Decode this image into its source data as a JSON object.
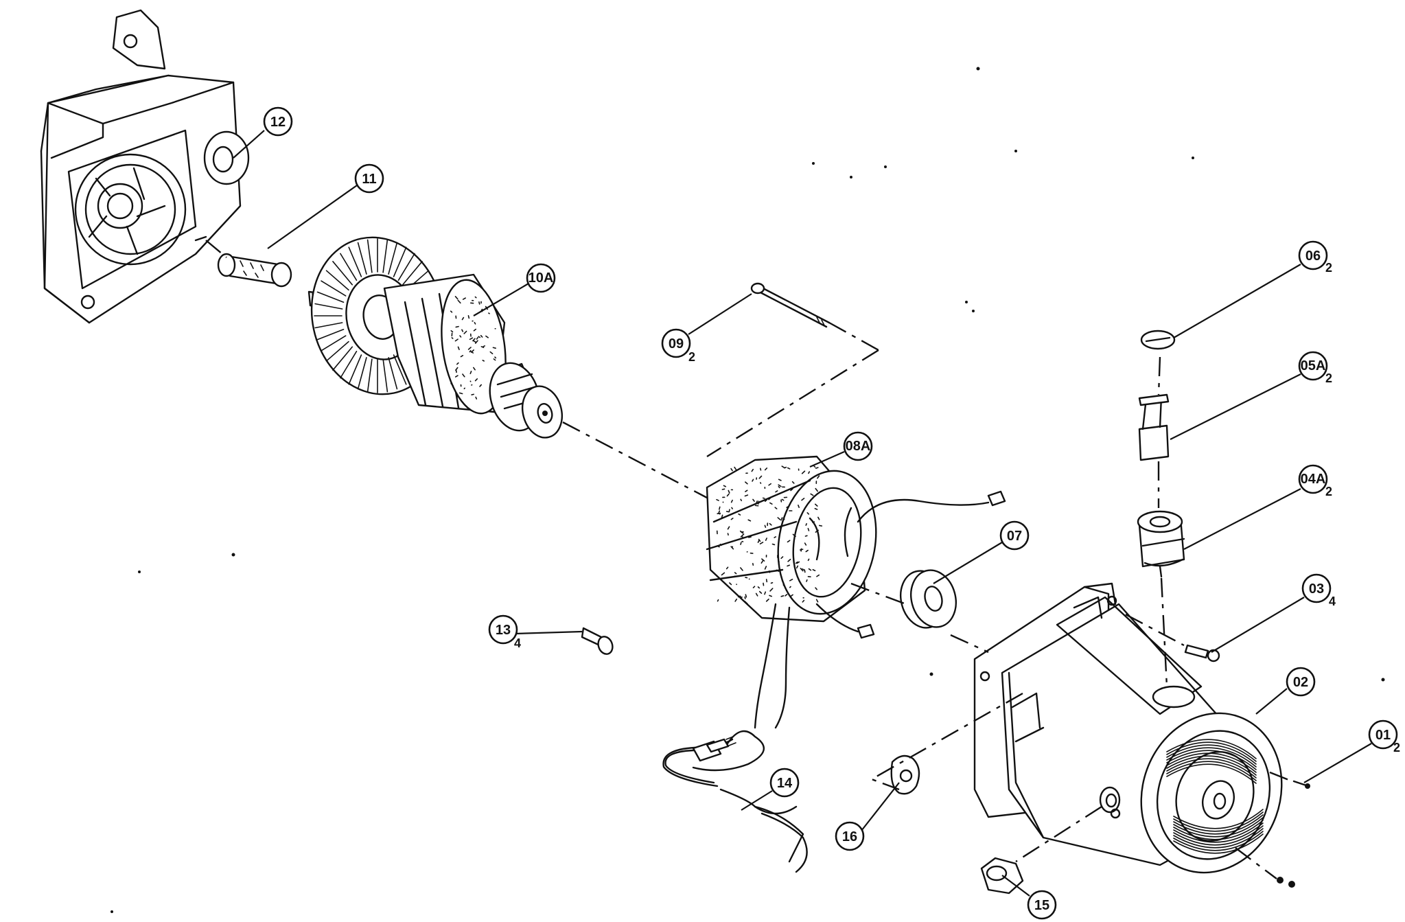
{
  "callouts": [
    {
      "id": "01",
      "qty": "2"
    },
    {
      "id": "02",
      "qty": ""
    },
    {
      "id": "03",
      "qty": "4"
    },
    {
      "id": "04A",
      "qty": "2"
    },
    {
      "id": "05A",
      "qty": "2"
    },
    {
      "id": "06",
      "qty": "2"
    },
    {
      "id": "07",
      "qty": ""
    },
    {
      "id": "08A",
      "qty": ""
    },
    {
      "id": "09",
      "qty": "2"
    },
    {
      "id": "10A",
      "qty": ""
    },
    {
      "id": "11",
      "qty": ""
    },
    {
      "id": "12",
      "qty": ""
    },
    {
      "id": "13",
      "qty": "4"
    },
    {
      "id": "14",
      "qty": ""
    },
    {
      "id": "15",
      "qty": ""
    },
    {
      "id": "16",
      "qty": ""
    }
  ]
}
